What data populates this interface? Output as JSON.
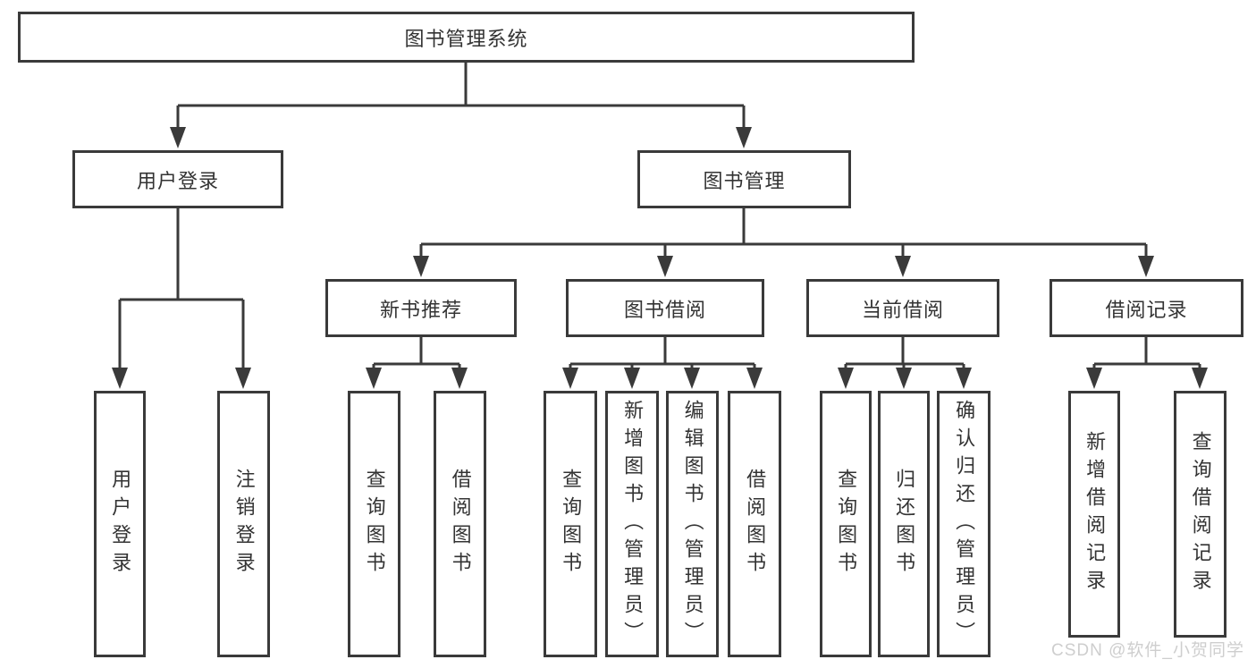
{
  "theme": {
    "line_color": "#3a3a3a",
    "text_color": "#333333",
    "watermark_color": "#c9c9c9"
  },
  "nodes": {
    "root": {
      "label": "图书管理系统"
    },
    "user_login": {
      "label": "用户登录"
    },
    "book_management": {
      "label": "图书管理"
    },
    "new_book_recommend": {
      "label": "新书推荐"
    },
    "book_borrowing": {
      "label": "图书借阅"
    },
    "current_borrowing": {
      "label": "当前借阅"
    },
    "borrowing_records": {
      "label": "借阅记录"
    },
    "leaf_user_login": {
      "label": "用户登录"
    },
    "leaf_logout": {
      "label": "注销登录"
    },
    "leaf_query_books_1": {
      "label": "查询图书"
    },
    "leaf_borrow_books_1": {
      "label": "借阅图书"
    },
    "leaf_query_books_2": {
      "label": "查询图书"
    },
    "leaf_add_books_admin": {
      "label": "新增图书（管理员）"
    },
    "leaf_edit_books_admin": {
      "label": "编辑图书（管理员）"
    },
    "leaf_borrow_books_2": {
      "label": "借阅图书"
    },
    "leaf_query_books_3": {
      "label": "查询图书"
    },
    "leaf_return_books": {
      "label": "归还图书"
    },
    "leaf_confirm_return_admin": {
      "label": "确认归还（管理员）"
    },
    "leaf_add_borrow_record": {
      "label": "新增借阅记录"
    },
    "leaf_query_borrow_record": {
      "label": "查询借阅记录"
    }
  },
  "watermark": {
    "text": "CSDN @软件_小贺同学"
  }
}
